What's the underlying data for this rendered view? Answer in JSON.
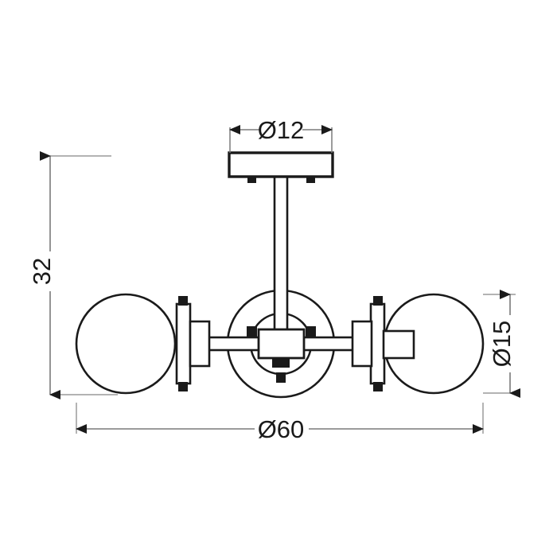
{
  "drawing": {
    "title": "Ceiling lamp technical dimension drawing",
    "subject": "3-globe semi-flush ceiling light fixture",
    "units": "cm",
    "line_color": "#1a1a1a",
    "dimension_line_color": "#7a7a7a",
    "arrow_color": "#1a1a1a",
    "background_color": "#ffffff"
  },
  "dimensions": {
    "canopy_diameter": {
      "label": "Ø12",
      "value": 12,
      "symbol": "Ø",
      "orientation": "horizontal",
      "arrow_direction": "inward",
      "position": "top"
    },
    "total_height": {
      "label": "32",
      "value": 32,
      "symbol": "",
      "orientation": "vertical",
      "arrow_direction": "outward",
      "position": "left"
    },
    "globe_diameter": {
      "label": "Ø15",
      "value": 15,
      "symbol": "Ø",
      "orientation": "vertical",
      "arrow_direction": "outward",
      "position": "right"
    },
    "total_width": {
      "label": "Ø60",
      "value": 60,
      "symbol": "Ø",
      "orientation": "horizontal",
      "arrow_direction": "outward",
      "position": "bottom"
    }
  },
  "parts": {
    "canopy": "ceiling-mount-canopy-plate",
    "downrod": "vertical-downrod",
    "center_ring": "center-ring-outer",
    "center_ring_inner": "center-ring-inner",
    "center_box": "center-junction-box",
    "arm": "horizontal-arm",
    "left_globe": "left-glass-globe",
    "right_globe": "right-glass-globe",
    "left_socket": "left-socket-collar",
    "right_socket": "right-socket-collar"
  }
}
